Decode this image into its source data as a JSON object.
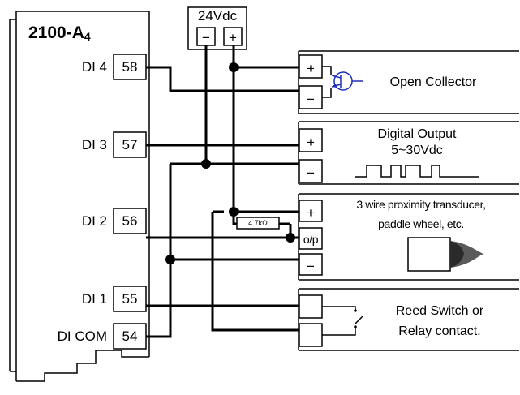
{
  "controller": {
    "model": "2100-A",
    "model_sub": "4",
    "terminals": [
      {
        "label": "DI 4",
        "number": "58"
      },
      {
        "label": "DI 3",
        "number": "57"
      },
      {
        "label": "DI 2",
        "number": "56"
      },
      {
        "label": "DI 1",
        "number": "55"
      },
      {
        "label": "DI COM",
        "number": "54"
      }
    ]
  },
  "power_supply": {
    "label": "24Vdc",
    "minus": "−",
    "plus": "+"
  },
  "resistor": {
    "label": "4.7kΩ"
  },
  "devices": {
    "open_collector": {
      "plus": "+",
      "minus": "−",
      "label": "Open Collector"
    },
    "digital_output": {
      "plus": "+",
      "minus": "−",
      "line1": "Digital Output",
      "line2": "5~30Vdc"
    },
    "proximity": {
      "plus": "+",
      "op": "o/p",
      "minus": "−",
      "line1": "3 wire proximity transducer,",
      "line2": "paddle wheel, etc."
    },
    "reed_switch": {
      "line1": "Reed Switch or",
      "line2": "Relay contact."
    }
  }
}
